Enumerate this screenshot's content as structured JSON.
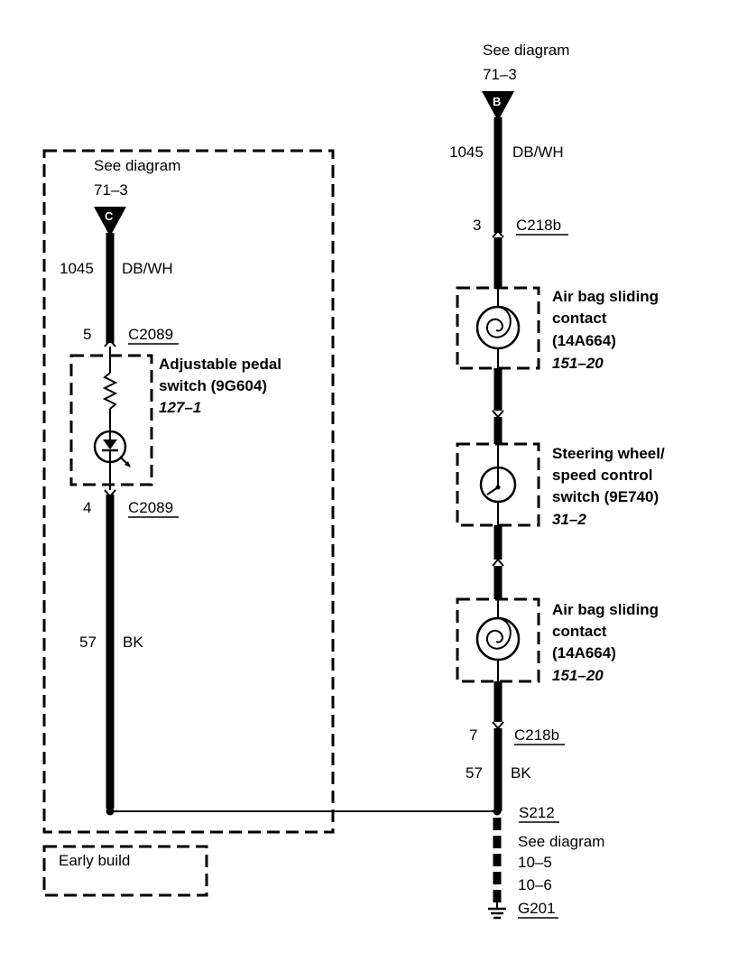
{
  "left_circuit": {
    "see_diagram": "See diagram",
    "see_diagram_ref": "71–3",
    "connector_letter": "C",
    "wire_top_number": "1045",
    "wire_top_color": "DB/WH",
    "pin_top": "5",
    "connector_top": "C2089",
    "component_name_line1": "Adjustable pedal",
    "component_name_line2": "switch (9G604)",
    "component_ref": "127–1",
    "pin_bottom": "4",
    "connector_bottom": "C2089",
    "wire_bottom_number": "57",
    "wire_bottom_color": "BK",
    "early_build_label": "Early build"
  },
  "right_circuit": {
    "see_diagram": "See diagram",
    "see_diagram_ref": "71–3",
    "connector_letter": "B",
    "wire_top_number": "1045",
    "wire_top_color": "DB/WH",
    "pin_top": "3",
    "connector_top": "C218b",
    "component1_line1": "Air bag sliding",
    "component1_line2": "contact",
    "component1_line3": "(14A664)",
    "component1_ref": "151–20",
    "component2_line1": "Steering wheel/",
    "component2_line2": "speed control",
    "component2_line3": "switch (9E740)",
    "component2_ref": "31–2",
    "component3_line1": "Air bag sliding",
    "component3_line2": "contact",
    "component3_line3": "(14A664)",
    "component3_ref": "151–20",
    "pin_bottom": "7",
    "connector_bottom": "C218b",
    "wire_bottom_number": "57",
    "wire_bottom_color": "BK",
    "splice": "S212",
    "ground_see_diagram": "See diagram",
    "ground_ref1": "10–5",
    "ground_ref2": "10–6",
    "ground": "G201"
  }
}
